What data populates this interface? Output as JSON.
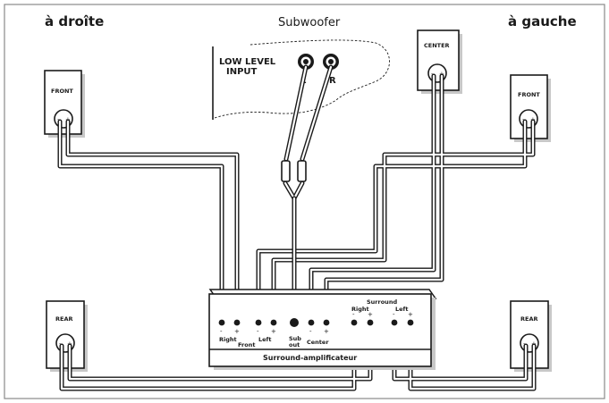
{
  "labels": {
    "right_side": "à droîte",
    "left_side": "à gauche",
    "subwoofer": "Subwoofer",
    "low_level_1": "LOW LEVEL",
    "low_level_2": "INPUT",
    "sub_l": "L",
    "sub_r": "R"
  },
  "speakers": {
    "front_right": "FRONT",
    "front_left": "FRONT",
    "center": "CENTER",
    "rear_right": "REAR",
    "rear_left": "REAR"
  },
  "polarity": {
    "minus": "-",
    "plus": "+"
  },
  "amplifier": {
    "name": "Surround-amplificateur",
    "right": "Right",
    "left": "Left",
    "front": "Front",
    "sub_1": "Sub",
    "sub_2": "out",
    "center": "Center",
    "surround": "Surround",
    "s_right": "Right",
    "s_left": "Left"
  },
  "colors": {
    "ink": "#1a1a1a",
    "paper": "#ffffff",
    "shade": "#c8c8c8"
  }
}
